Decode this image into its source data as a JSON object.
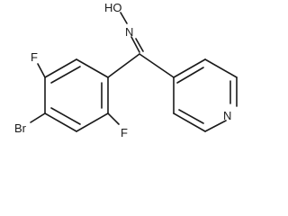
{
  "molecule": {
    "atoms": {
      "hydroxyl": "HO",
      "oxime_nitrogen": "N",
      "fluorine_upper": "F",
      "fluorine_lower": "F",
      "bromine": "Br",
      "pyridine_nitrogen": "N"
    }
  }
}
